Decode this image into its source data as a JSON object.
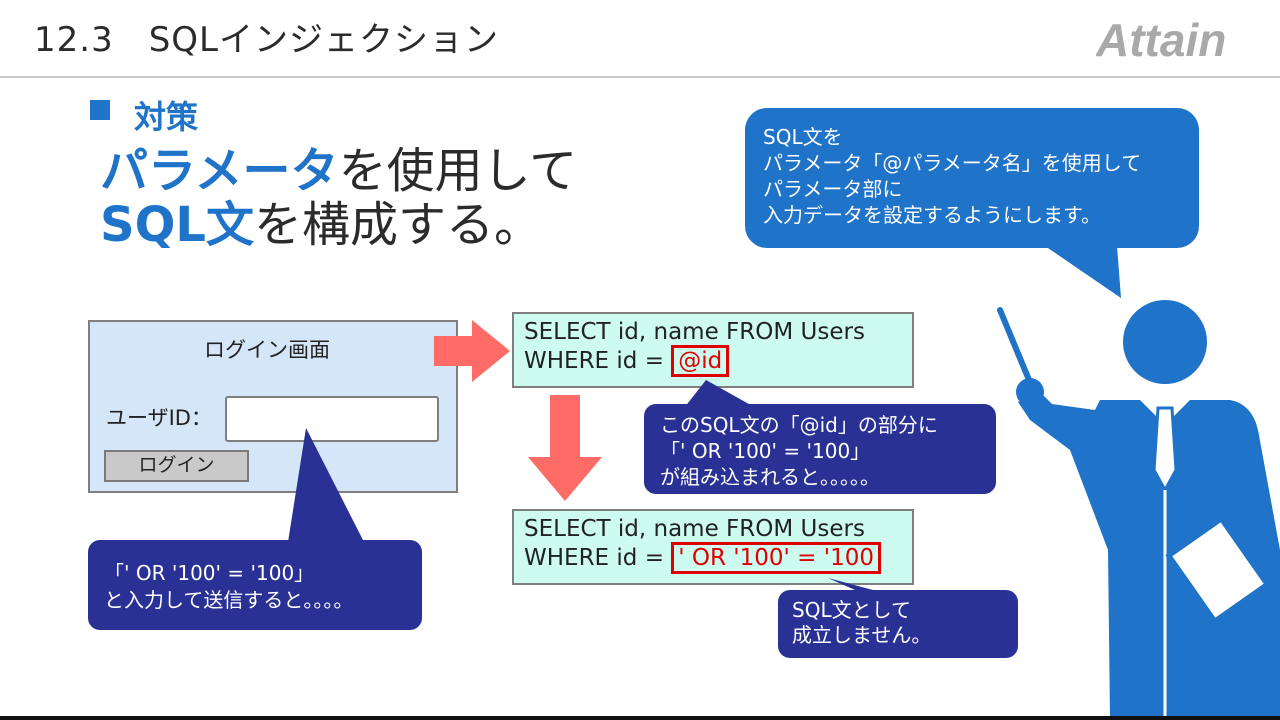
{
  "header": {
    "title": "12.3　SQLインジェクション",
    "logo_text": "Attain"
  },
  "section": {
    "bullet_label": "対策"
  },
  "headline": {
    "line1_highlight": "パラメータ",
    "line1_rest": "を使用して",
    "line2_highlight": "SQL文",
    "line2_rest": "を構成する。"
  },
  "login_form": {
    "title": "ログイン画面",
    "userid_label": "ユーザID：",
    "userid_value": "",
    "login_button": "ログイン"
  },
  "sql_top": {
    "line1": "SELECT id, name FROM Users",
    "line2_prefix": "WHERE id = ",
    "param": "@id"
  },
  "sql_bottom": {
    "line1": "SELECT id, name FROM Users",
    "line2_prefix": "WHERE id = ",
    "injected": "' OR '100' = '100"
  },
  "bubbles": {
    "input_note": [
      "「' OR '100' = '100」",
      "と入力して送信すると。。。。"
    ],
    "param_note": [
      "このSQL文の「@id」の部分に",
      "「' OR '100' = '100」",
      "が組み込まれると。。。。。"
    ],
    "result_note": [
      "SQL文として",
      "成立しません。"
    ],
    "speaker_note": [
      "SQL文を",
      "パラメータ「@パラメータ名」を使用して",
      "パラメータ部に",
      "入力データを設定するようにします。"
    ]
  },
  "colors": {
    "accent_blue": "#1f73c8",
    "dark_bubble": "#2a3195",
    "arrow_red": "#ff6b66",
    "highlight_red": "#e00000",
    "sql_bg": "#cdfbf0",
    "form_bg": "#d4e6f7"
  }
}
